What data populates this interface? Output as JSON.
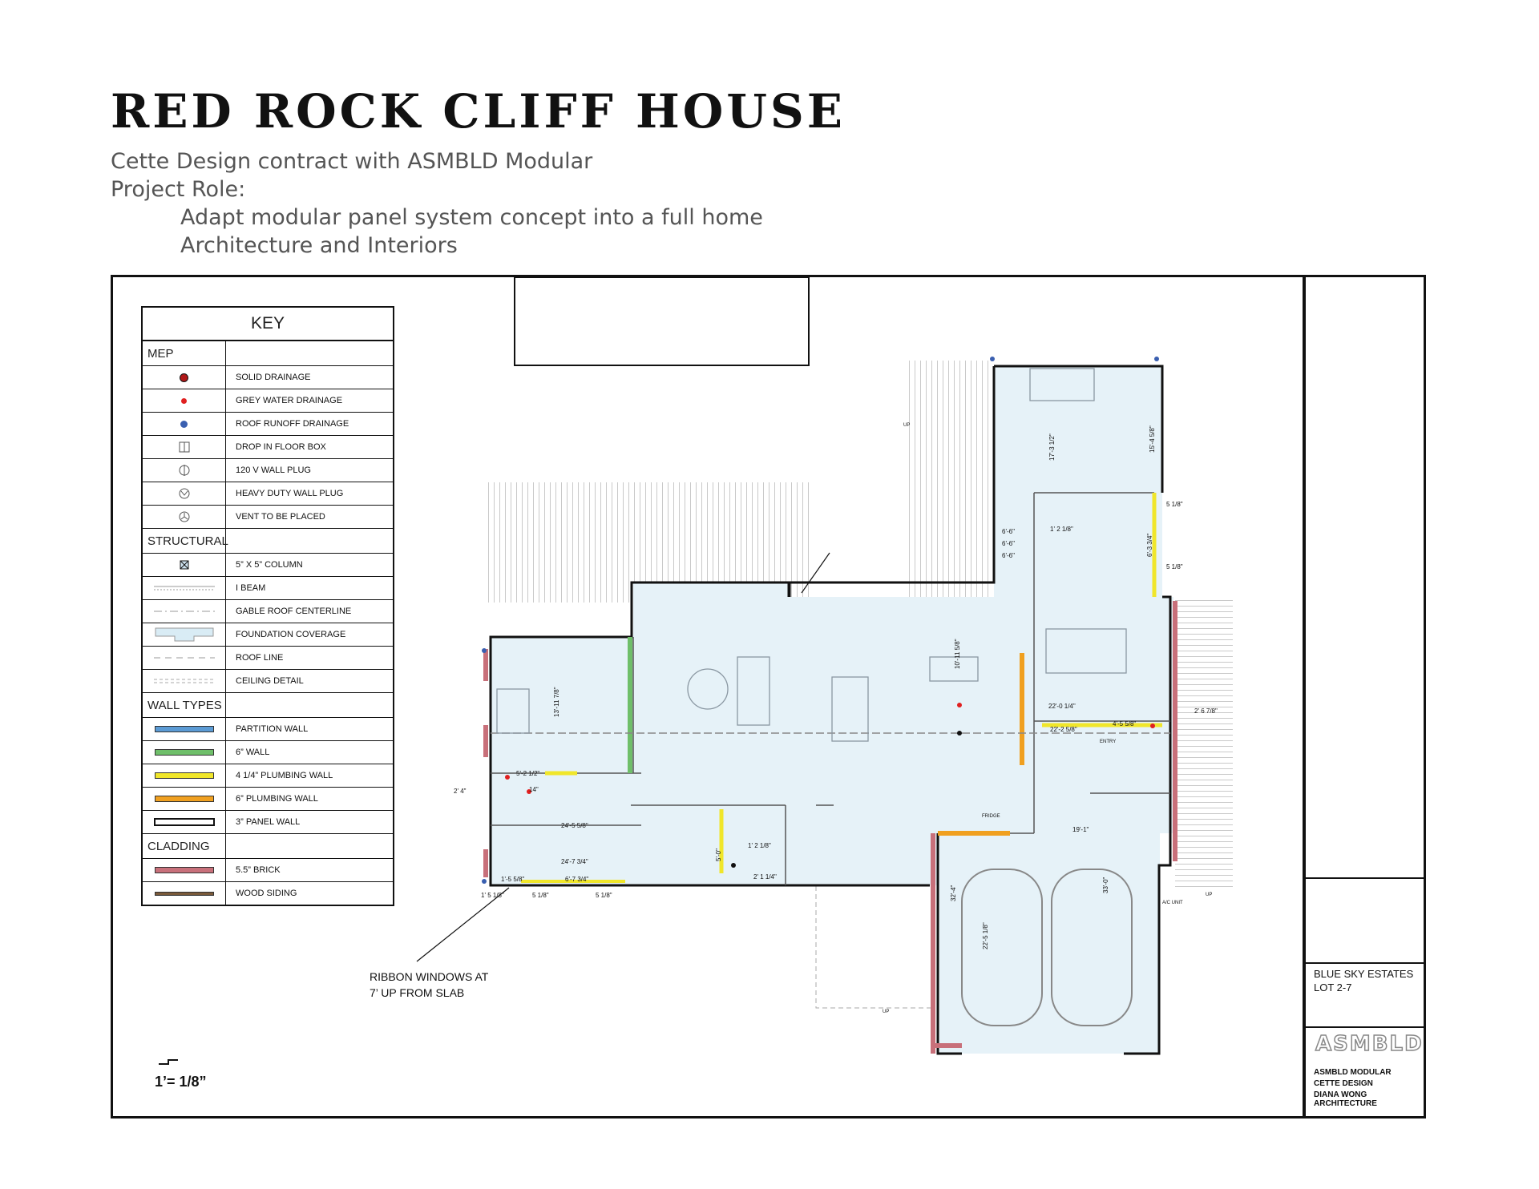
{
  "header": {
    "title": "RED ROCK CLIFF HOUSE",
    "line1": "Cette Design contract with ASMBLD Modular",
    "line2": "Project Role:",
    "line3": "Adapt modular panel system concept into a full home",
    "line4": "Architecture and Interiors"
  },
  "key": {
    "title": "KEY",
    "sections": {
      "mep": "MEP",
      "structural": "STRUCTURAL",
      "wall_types": "WALL  TYPES",
      "cladding": "CLADDING"
    },
    "mep": [
      {
        "label": "SOLID  DRAINAGE",
        "icon": "solid-drainage-icon",
        "color": "#b01818"
      },
      {
        "label": "GREY  WATER  DRAINAGE",
        "icon": "grey-water-icon",
        "color": "#e02020"
      },
      {
        "label": "ROOF RUNOFF  DRAINAGE",
        "icon": "roof-runoff-icon",
        "color": "#3a5fb0"
      },
      {
        "label": "DROP IN  FLOOR  BOX",
        "icon": "floor-box-icon"
      },
      {
        "label": "120  V  WALL PLUG",
        "icon": "wall-plug-icon"
      },
      {
        "label": "HEAVY DUTY  WALL PLUG",
        "icon": "heavy-plug-icon"
      },
      {
        "label": "VENT  TO BE PLACED",
        "icon": "vent-icon"
      }
    ],
    "structural": [
      {
        "label": "5” X 5”  COLUMN",
        "icon": "column-icon"
      },
      {
        "label": "I  BEAM",
        "icon": "i-beam-icon"
      },
      {
        "label": "GABLE ROOF CENTERLINE",
        "icon": "gable-centerline-icon"
      },
      {
        "label": "FOUNDATION COVERAGE",
        "icon": "foundation-icon"
      },
      {
        "label": "ROOF LINE",
        "icon": "roof-line-icon"
      },
      {
        "label": "CEILING DETAIL",
        "icon": "ceiling-detail-icon"
      }
    ],
    "wall_types": [
      {
        "label": "PARTITION  WALL",
        "color": "#5b9bd5"
      },
      {
        "label": "6”  WALL",
        "color": "#6fbf6a"
      },
      {
        "label": "4 1/4”  PLUMBING  WALL",
        "color": "#f0e62a"
      },
      {
        "label": "6”  PLUMBING  WALL",
        "color": "#f0a020"
      },
      {
        "label": "3”  PANEL  WALL",
        "color": "#ffffff"
      }
    ],
    "cladding": [
      {
        "label": "5.5”  BRICK",
        "color": "#c8707a"
      },
      {
        "label": "WOOD  SIDING",
        "color": "#7a5a3a"
      }
    ]
  },
  "plan": {
    "dims": [
      "17'-3 1/2\"",
      "15'-4 5/8\"",
      "5 1/8\"",
      "1' 2 1/8\"",
      "6'-3 3/4\"",
      "6'-6\"",
      "6'-6\"",
      "6'-6\"",
      "5 1/8\"",
      "13'-11 7/8\"",
      "10'-11 5/8\"",
      "22'-0 1/4\"",
      "22'-2 5/8\"",
      "4'-5 5/8\"",
      "2' 6 7/8\"",
      "5'-2 1/2\"",
      "2' 4\"",
      "14\"",
      "24'-5 5/8\"",
      "24'-7 3/4\"",
      "1' 2 1/8\"",
      "2' 1 1/4\"",
      "1'-5 5/8\"",
      "6'-7 3/4\"",
      "1' 5 1/8\"",
      "5 1/8\"",
      "5 1/8\"",
      "32'-4\"",
      "22'-5 1/8\"",
      "33'-0\"",
      "19'-1\"",
      "5'-0\""
    ],
    "labels": {
      "up1": "UP",
      "up2": "UP",
      "up3": "UP",
      "ac": "A/C UNIT",
      "fridge": "FRIDGE",
      "entry": "ENTRY"
    },
    "note": [
      "RIBBON WINDOWS AT",
      "7’  UP FROM SLAB"
    ],
    "scale": "1’= 1/8”"
  },
  "titleblock": {
    "project": "BLUE SKY ESTATES",
    "lot": "LOT 2-7",
    "logo": "ASMBLD",
    "credit1": "ASMBLD MODULAR",
    "credit2": "CETTE DESIGN",
    "credit3": "DIANA WONG ARCHITECTURE"
  }
}
